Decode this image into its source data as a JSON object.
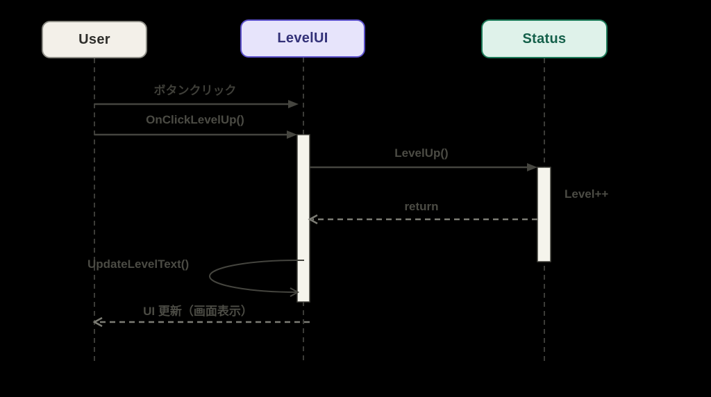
{
  "diagram": {
    "type": "uml-sequence",
    "actors": [
      {
        "id": "user",
        "label": "User",
        "fill": "#f3f0e9",
        "border": "#8d8d86",
        "text_color": "#2e2e2b"
      },
      {
        "id": "levelui",
        "label": "LevelUI",
        "fill": "#e7e4fb",
        "border": "#5c51ca",
        "text_color": "#333178"
      },
      {
        "id": "status",
        "label": "Status",
        "fill": "#dff2ea",
        "border": "#1d7b59",
        "text_color": "#14604a"
      }
    ],
    "messages": [
      {
        "label": "ボタンクリック",
        "from": "User",
        "to": "LevelUI",
        "style": "solid"
      },
      {
        "label": "OnClickLevelUp()",
        "from": "User",
        "to": "LevelUI",
        "style": "solid"
      },
      {
        "label": "LevelUp()",
        "from": "LevelUI",
        "to": "Status",
        "style": "solid"
      },
      {
        "label": "return",
        "from": "Status",
        "to": "LevelUI",
        "style": "dashed"
      },
      {
        "label": "UpdateLevelText()",
        "from": "LevelUI",
        "to": "LevelUI",
        "style": "self-call"
      },
      {
        "label": "UI 更新（画面表示）",
        "from": "LevelUI",
        "to": "User",
        "style": "dashed"
      }
    ],
    "notes": [
      {
        "label": "Level++",
        "anchor": "status-activation-bar"
      }
    ],
    "palette": {
      "background": "#000000",
      "solid_arrow": "#45453f",
      "dashed_arrow": "#7c7c74",
      "lifeline": "#3c3c38",
      "activation_fill": "#f5f4ec",
      "activation_border": "#42423c"
    }
  }
}
